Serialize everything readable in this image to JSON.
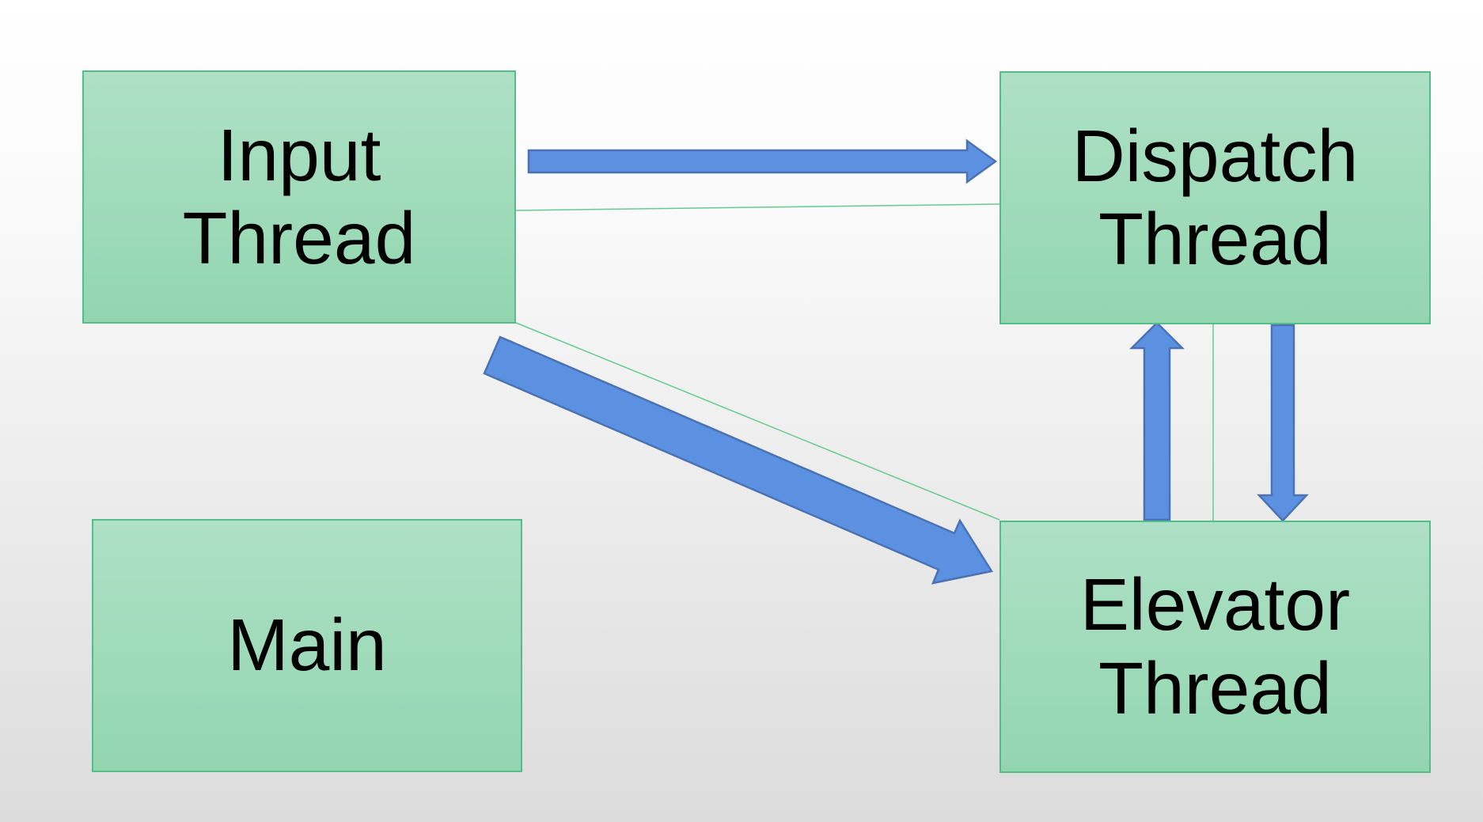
{
  "diagram": {
    "nodes": [
      {
        "id": "input-thread",
        "label_lines": [
          "Input",
          "Thread"
        ]
      },
      {
        "id": "dispatch-thread",
        "label_lines": [
          "Dispatch",
          "Thread"
        ]
      },
      {
        "id": "main",
        "label_lines": [
          "Main"
        ]
      },
      {
        "id": "elevator-thread",
        "label_lines": [
          "Elevator",
          "Thread"
        ]
      }
    ],
    "edges": [
      {
        "id": "arrow-input-to-dispatch",
        "type": "thick-arrow",
        "from": "input-thread",
        "to": "dispatch-thread"
      },
      {
        "id": "arrow-input-to-elevator",
        "type": "thick-arrow",
        "from": "input-thread",
        "to": "elevator-thread"
      },
      {
        "id": "arrow-elevator-to-dispatch",
        "type": "thick-arrow",
        "from": "elevator-thread",
        "to": "dispatch-thread"
      },
      {
        "id": "arrow-dispatch-to-elevator",
        "type": "thick-arrow",
        "from": "dispatch-thread",
        "to": "elevator-thread"
      },
      {
        "id": "connector-input-dispatch",
        "type": "thin-line",
        "from": "input-thread",
        "to": "dispatch-thread"
      },
      {
        "id": "connector-input-elevator",
        "type": "thin-line",
        "from": "input-thread",
        "to": "elevator-thread"
      },
      {
        "id": "connector-dispatch-elevator",
        "type": "thin-line",
        "from": "dispatch-thread",
        "to": "elevator-thread"
      }
    ],
    "colors": {
      "background_top": "#FFFFFF",
      "background_bottom": "#DCDCDC",
      "node_fill_top": "#AEE0C6",
      "node_fill_bottom": "#92D6B0",
      "node_border": "#55BD8A",
      "arrow_fill": "#5C90E0",
      "arrow_border": "#4A72B4",
      "connector": "#65CB92",
      "text": "#000000"
    }
  }
}
